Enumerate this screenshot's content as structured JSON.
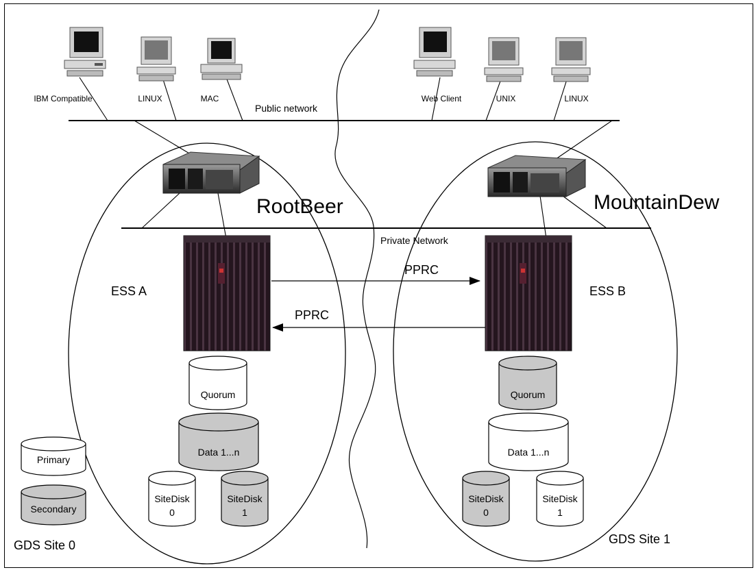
{
  "diagram": {
    "public_network": "Public network",
    "private_network": "Private Network",
    "clients_site0": [
      "IBM Compatible",
      "LINUX",
      "MAC"
    ],
    "clients_site1": [
      "Web Client",
      "UNIX",
      "LINUX"
    ],
    "server_a": "RootBeer",
    "server_b": "MountainDew",
    "ess_a": "ESS A",
    "ess_b": "ESS B",
    "pprc_to_b": "PPRC",
    "pprc_to_a": "PPRC",
    "site0_disks": {
      "quorum": "Quorum",
      "data": "Data 1...n",
      "sitedisk0_line1": "SiteDisk",
      "sitedisk0_line2": "0",
      "sitedisk1_line1": "SiteDisk",
      "sitedisk1_line2": "1"
    },
    "site1_disks": {
      "quorum": "Quorum",
      "data": "Data 1...n",
      "sitedisk0_line1": "SiteDisk",
      "sitedisk0_line2": "0",
      "sitedisk1_line1": "SiteDisk",
      "sitedisk1_line2": "1"
    },
    "legend": {
      "primary": "Primary",
      "secondary": "Secondary"
    },
    "site0_label": "GDS Site 0",
    "site1_label": "GDS Site 1",
    "colors": {
      "primary_fill": "#ffffff",
      "secondary_fill": "#c8c8c8",
      "storage_body": "#2a1a22",
      "server_body": "#3a3a3a"
    }
  }
}
